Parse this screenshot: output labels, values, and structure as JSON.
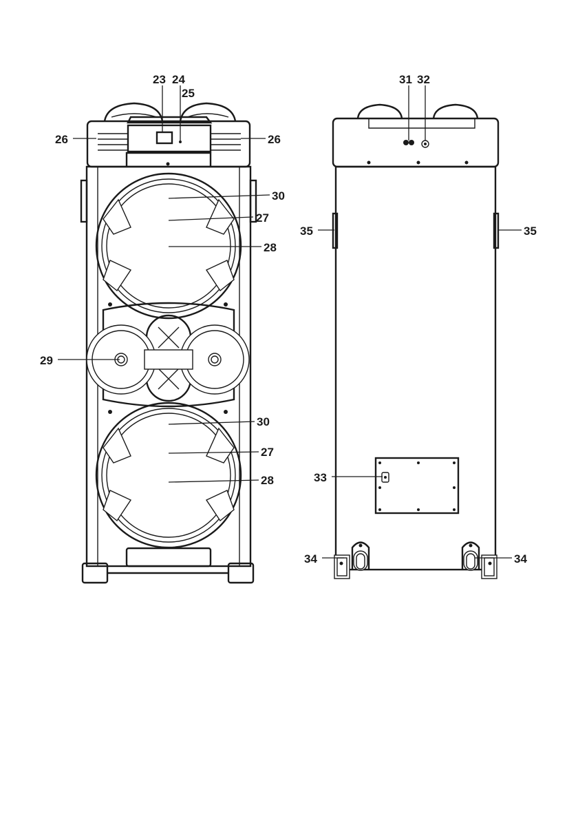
{
  "callouts": {
    "c23": "23",
    "c24": "24",
    "c25": "25",
    "c26_left": "26",
    "c26_right": "26",
    "c30_top": "30",
    "c27_top": "27",
    "c28_top": "28",
    "c29": "29",
    "c30_bottom": "30",
    "c27_bottom": "27",
    "c28_bottom": "28",
    "c31": "31",
    "c32": "32",
    "c35_left": "35",
    "c35_right": "35",
    "c33": "33",
    "c34_left": "34",
    "c34_right": "34"
  },
  "colors": {
    "ink": "#1a1a1a",
    "background": "#ffffff"
  }
}
